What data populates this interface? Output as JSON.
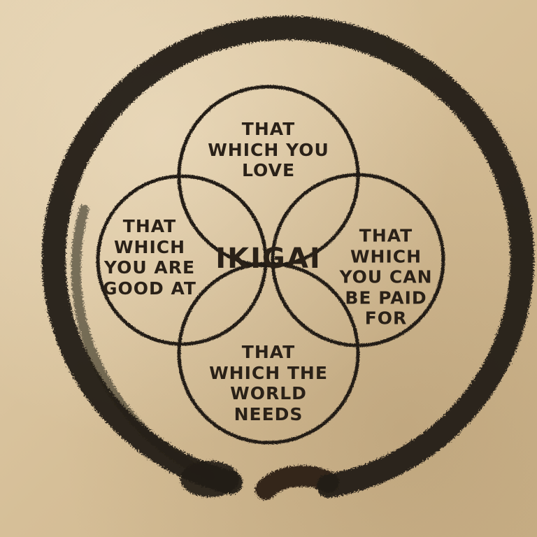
{
  "diagram": {
    "center": {
      "text": "IKIGAI"
    },
    "circles": [
      {
        "id": "top",
        "lines": [
          "THAT",
          "WHICH YOU",
          "LOVE"
        ]
      },
      {
        "id": "left",
        "lines": [
          "THAT",
          "WHICH",
          "YOU ARE",
          "GOOD AT"
        ]
      },
      {
        "id": "right",
        "lines": [
          "THAT",
          "WHICH",
          "YOU CAN",
          "BE PAID",
          "FOR"
        ]
      },
      {
        "id": "bottom",
        "lines": [
          "THAT",
          "WHICH THE",
          "WORLD",
          "NEEDS"
        ]
      }
    ]
  },
  "colors": {
    "ink": "#231b13",
    "paper": "#d9c4a0"
  }
}
